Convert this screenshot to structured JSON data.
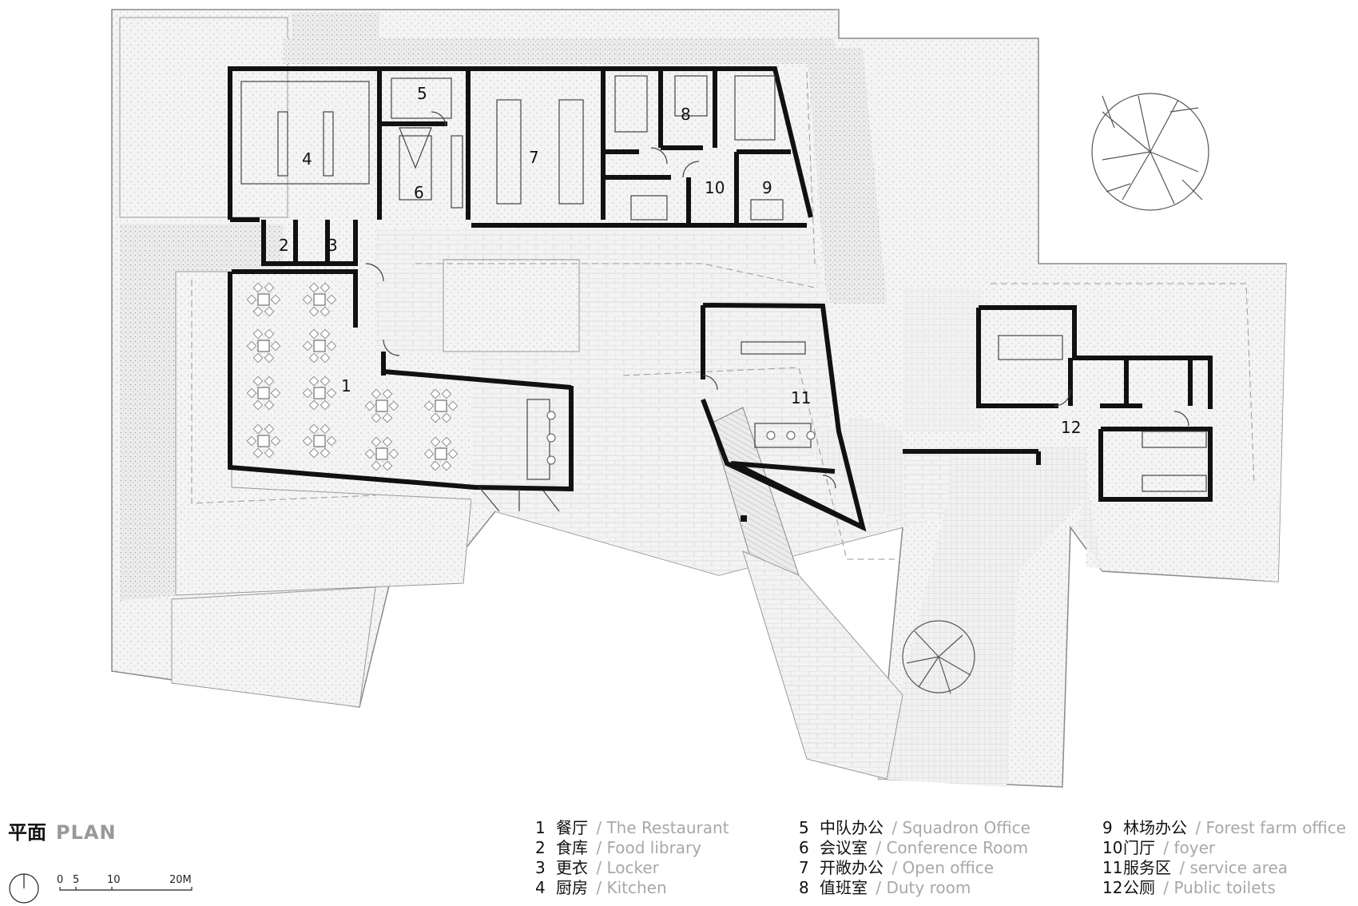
{
  "title": {
    "zh": "平面",
    "en": "PLAN"
  },
  "legend": [
    {
      "num": "1",
      "zh": "餐厅",
      "en": "/ The Restaurant"
    },
    {
      "num": "2",
      "zh": "食库",
      "en": "/ Food library"
    },
    {
      "num": "3",
      "zh": "更衣",
      "en": "/ Locker"
    },
    {
      "num": "4",
      "zh": "厨房",
      "en": "/ Kitchen"
    },
    {
      "num": "5",
      "zh": "中队办公",
      "en": "/ Squadron Office"
    },
    {
      "num": "6",
      "zh": "会议室",
      "en": "/ Conference Room"
    },
    {
      "num": "7",
      "zh": "开敞办公",
      "en": "/ Open office"
    },
    {
      "num": "8",
      "zh": "值班室",
      "en": "/ Duty room"
    },
    {
      "num": "9",
      "zh": "林场办公",
      "en": "/ Forest farm office"
    },
    {
      "num": "10",
      "zh": "门厅",
      "en": "/ foyer"
    },
    {
      "num": "11",
      "zh": "服务区",
      "en": "/ service area"
    },
    {
      "num": "12",
      "zh": "公厕",
      "en": "/ Public toilets"
    }
  ],
  "room_labels": [
    "1",
    "2",
    "3",
    "4",
    "5",
    "6",
    "7",
    "8",
    "9",
    "10",
    "11",
    "12"
  ],
  "scale_bar": {
    "ticks": [
      "0",
      "5",
      "10",
      "20M"
    ]
  },
  "colors": {
    "wall": "#111111",
    "ground": "#f1f1f1",
    "gravel": "#e4e4e4",
    "line": "#9a9a9a"
  }
}
